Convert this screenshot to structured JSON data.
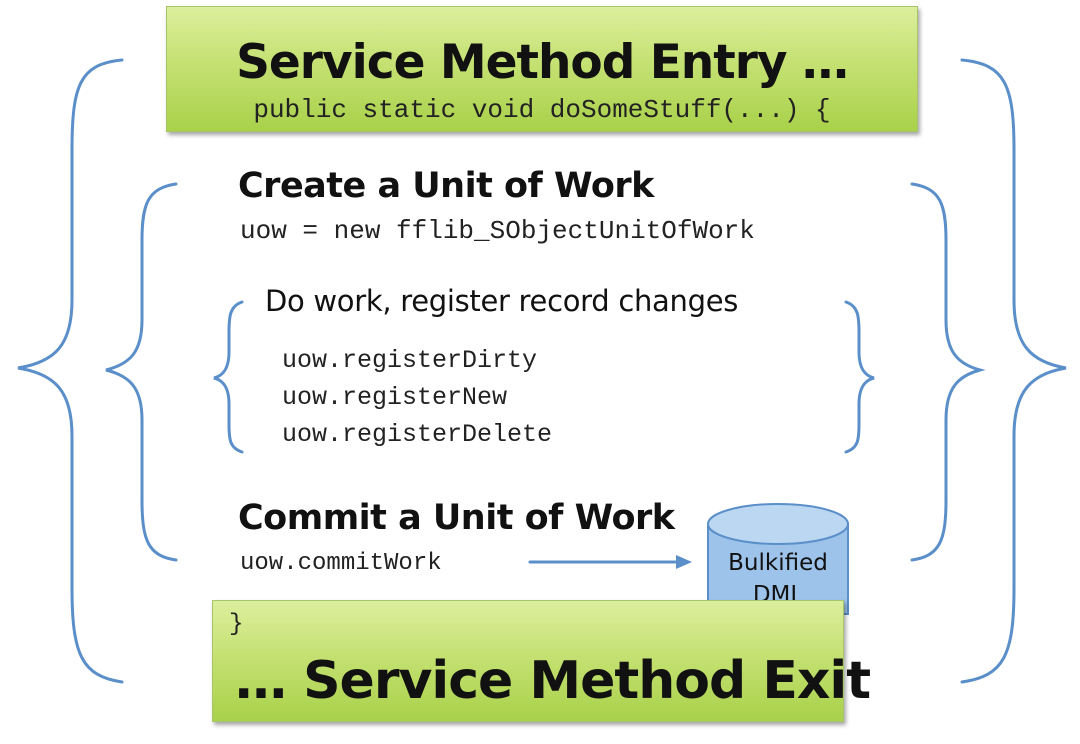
{
  "entry": {
    "title": "Service Method Entry …",
    "code": "public static void doSomeStuff(...) {"
  },
  "create": {
    "title": "Create a Unit of Work",
    "code": "uow = new fflib_SObjectUnitOfWork"
  },
  "work": {
    "title": "Do work, register record changes",
    "lines": [
      "uow.registerDirty",
      "uow.registerNew",
      "uow.registerDelete"
    ]
  },
  "commit": {
    "title": "Commit a Unit of Work",
    "code": "uow.commitWork"
  },
  "database": {
    "label_line1": "Bulkified",
    "label_line2": "DML"
  },
  "exit": {
    "code": "}",
    "title": "… Service Method Exit"
  },
  "colors": {
    "bracket": "#5b8fc9",
    "box_fill": "#c5e173",
    "cylinder_fill": "#9dc3ea"
  }
}
